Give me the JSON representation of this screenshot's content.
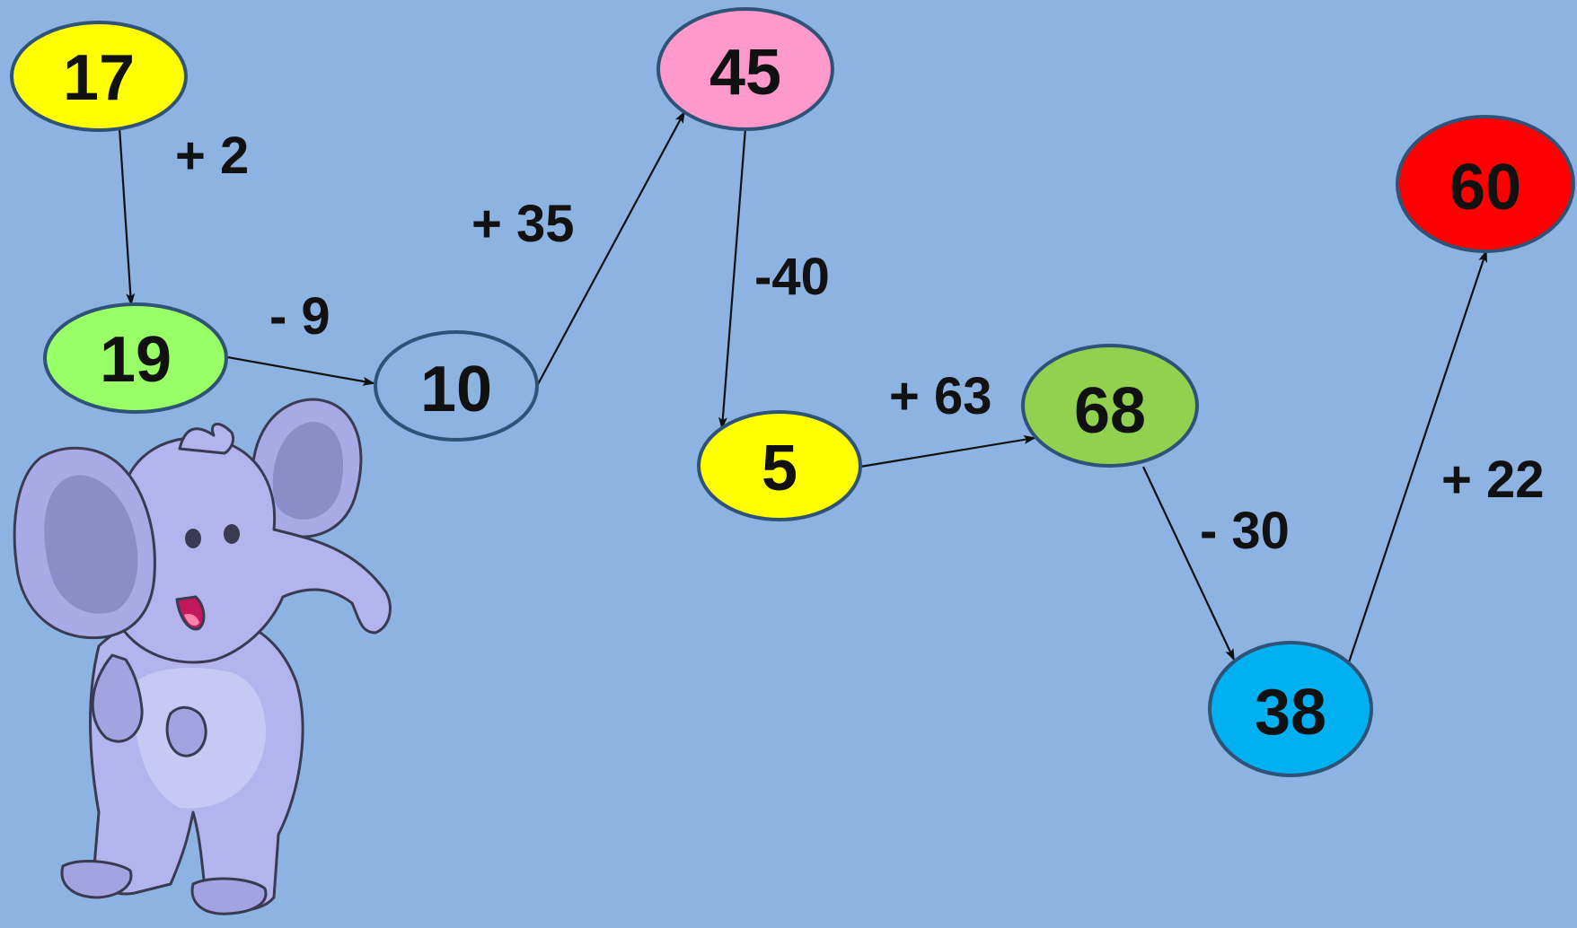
{
  "nodes": [
    {
      "id": "n17",
      "label": "17",
      "color": "#ffff00"
    },
    {
      "id": "n19",
      "label": "19",
      "color": "#99ff66"
    },
    {
      "id": "n10",
      "label": "10",
      "color": "#8db3e2"
    },
    {
      "id": "n45",
      "label": "45",
      "color": "#ff99cc"
    },
    {
      "id": "n5",
      "label": "5",
      "color": "#ffff00"
    },
    {
      "id": "n68",
      "label": "68",
      "color": "#92d050"
    },
    {
      "id": "n38",
      "label": "38",
      "color": "#00b0f0"
    },
    {
      "id": "n60",
      "label": "60",
      "color": "#ff0000"
    }
  ],
  "operations": [
    {
      "from": "n17",
      "to": "n19",
      "label": "+ 2"
    },
    {
      "from": "n19",
      "to": "n10",
      "label": "- 9"
    },
    {
      "from": "n10",
      "to": "n45",
      "label": "+ 35"
    },
    {
      "from": "n45",
      "to": "n5",
      "label": "-40"
    },
    {
      "from": "n5",
      "to": "n68",
      "label": "+ 63"
    },
    {
      "from": "n68",
      "to": "n38",
      "label": "- 30"
    },
    {
      "from": "n38",
      "to": "n60",
      "label": "+ 22"
    }
  ],
  "decoration": {
    "elephant": "elephant-illustration"
  }
}
